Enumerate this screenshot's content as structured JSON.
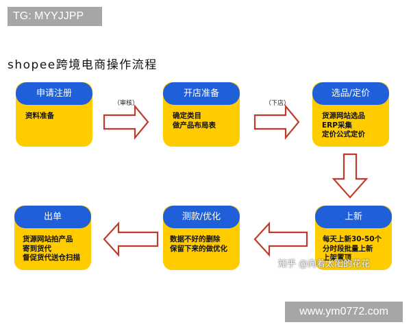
{
  "tg_badge": "TG: MYYJJPP",
  "title": "shopee跨境电商操作流程",
  "steps": [
    {
      "title": "申请注册",
      "lines": [
        "资料准备"
      ]
    },
    {
      "title": "开店准备",
      "lines": [
        "确定类目",
        "做产品布局表"
      ]
    },
    {
      "title": "选品/定价",
      "lines": [
        "货源网站选品",
        "ERP采集",
        "定价公式定价"
      ]
    },
    {
      "title": "上新",
      "lines": [
        "每天上新30-50个",
        "分时段批量上新",
        "上架置顶"
      ]
    },
    {
      "title": "测款/优化",
      "lines": [
        "数据不好的删除",
        "保留下来的做优化"
      ]
    },
    {
      "title": "出单",
      "lines": [
        "货源网站拍产品",
        "寄到货代",
        "督促货代送仓扫描"
      ]
    }
  ],
  "arrow_labels": [
    "（审核）",
    "（下店）"
  ],
  "colors": {
    "box_fill": "#ffcc00",
    "header_fill": "#1f5fd9",
    "arrow_stroke": "#c0392b",
    "badge_fill": "#a6a6a6"
  },
  "watermark": "知乎 @向着太阳的花花",
  "site_badge": "www.ym0772.com"
}
